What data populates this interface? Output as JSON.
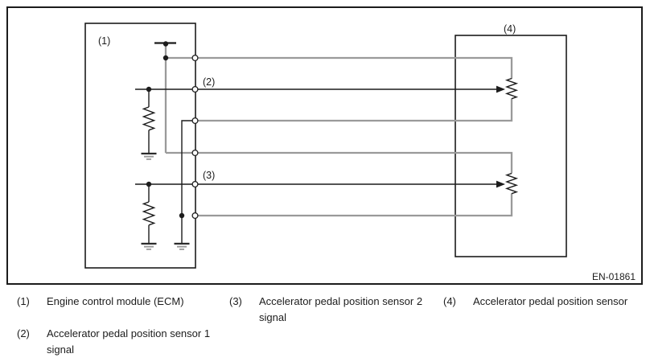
{
  "diagram": {
    "callout_1": "(1)",
    "callout_2": "(2)",
    "callout_3": "(3)",
    "callout_4": "(4)",
    "figure_code": "EN-01861",
    "colors": {
      "line_black": "#1c1c1c",
      "wire_gray": "#9a9a9a",
      "background": "#ffffff"
    }
  },
  "legend": {
    "items": [
      {
        "num": "(1)",
        "text": "Engine control module (ECM)"
      },
      {
        "num": "(2)",
        "text": "Accelerator pedal position sensor 1\nsignal"
      },
      {
        "num": "(3)",
        "text": "Accelerator pedal position sensor 2\nsignal"
      },
      {
        "num": "(4)",
        "text": "Accelerator pedal position sensor"
      }
    ]
  }
}
